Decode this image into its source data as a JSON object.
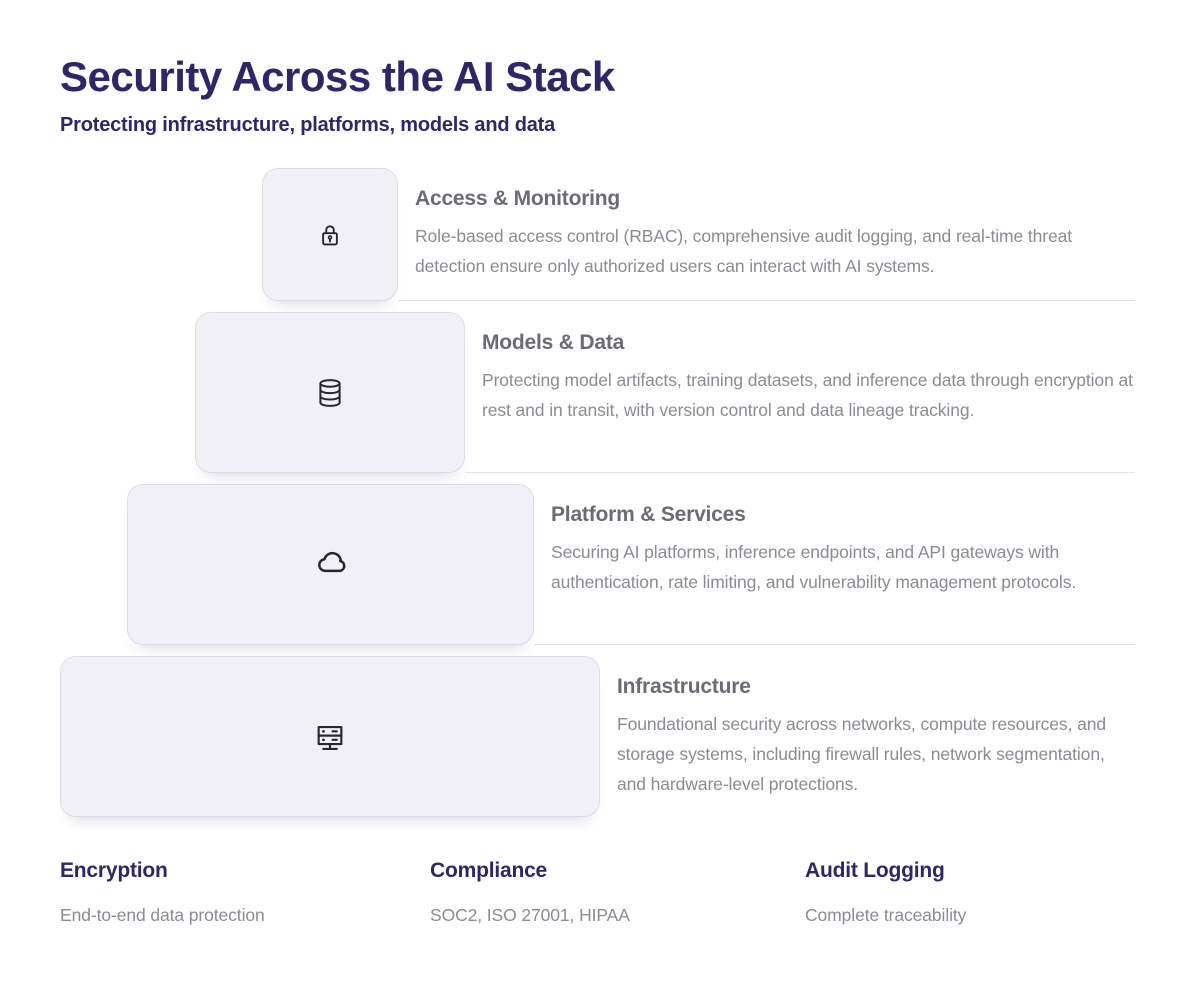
{
  "header": {
    "title": "Security Across the AI Stack",
    "subtitle": "Protecting infrastructure, platforms, models and data"
  },
  "layers": [
    {
      "name": "Access & Monitoring",
      "icon": "lock-icon",
      "description": "Role-based access control (RBAC), comprehensive audit logging, and real-time threat detection ensure only authorized users can interact with AI systems."
    },
    {
      "name": "Models & Data",
      "icon": "database-icon",
      "description": "Protecting model artifacts, training datasets, and inference data through encryption at rest and in transit, with version control and data lineage tracking."
    },
    {
      "name": "Platform & Services",
      "icon": "cloud-icon",
      "description": "Securing AI platforms, inference endpoints, and API gateways with authentication, rate limiting, and vulnerability management protocols."
    },
    {
      "name": "Infrastructure",
      "icon": "server-icon",
      "description": "Foundational security across networks, compute resources, and storage systems, including firewall rules, network segmentation, and hardware-level protections."
    }
  ],
  "footer_stats": [
    {
      "title": "Encryption",
      "description": "End-to-end data protection"
    },
    {
      "title": "Compliance",
      "description": "SOC2, ISO 27001, HIPAA"
    },
    {
      "title": "Audit Logging",
      "description": "Complete traceability"
    }
  ],
  "colors": {
    "accent": "#2e2668",
    "card_background": "#f0f0f6",
    "card_border": "#dcdce8",
    "section_title": "#6b6b73",
    "body_text": "#8b8b93",
    "divider": "#e2e2ea",
    "icon": "#26262b"
  }
}
